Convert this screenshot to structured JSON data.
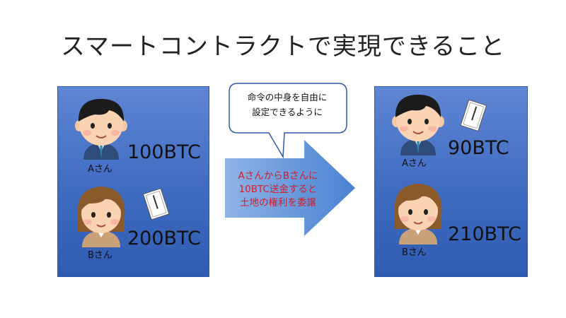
{
  "title": "スマートコントラクトで実現できること",
  "before": {
    "person_a": {
      "label": "Aさん",
      "amount": "100BTC"
    },
    "person_b": {
      "label": "Bさん",
      "amount": "200BTC"
    }
  },
  "after": {
    "person_a": {
      "label": "Aさん",
      "amount": "90BTC"
    },
    "person_b": {
      "label": "Bさん",
      "amount": "210BTC"
    }
  },
  "bubble": {
    "line1": "命令の中身を自由に",
    "line2": "設定できるように"
  },
  "arrow": {
    "line1": "AさんからBさんに",
    "line2": "10BTC送金すると",
    "line3": "土地の権利を委譲"
  },
  "colors": {
    "panel": "#3f6bc0",
    "arrow": "#5b8fd8",
    "arrow_text": "#d21e2b"
  }
}
